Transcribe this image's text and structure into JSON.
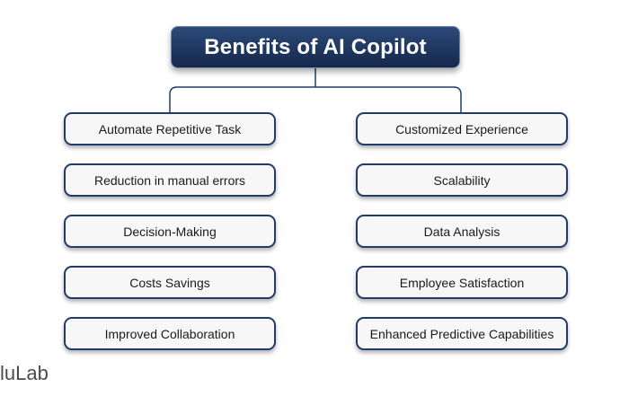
{
  "title": "Benefits of AI Copilot",
  "left_items": [
    "Automate Repetitive Task",
    "Reduction in manual errors",
    "Decision-Making",
    "Costs Savings",
    "Improved Collaboration"
  ],
  "right_items": [
    "Customized Experience",
    "Scalability",
    "Data Analysis",
    "Employee Satisfaction",
    "Enhanced Predictive Capabilities"
  ],
  "watermark": "luLab",
  "colors": {
    "title_bg": "#1f3a66",
    "box_border": "#1f3d68",
    "box_bg": "#f7f7f7",
    "connector": "#1f3d68"
  }
}
